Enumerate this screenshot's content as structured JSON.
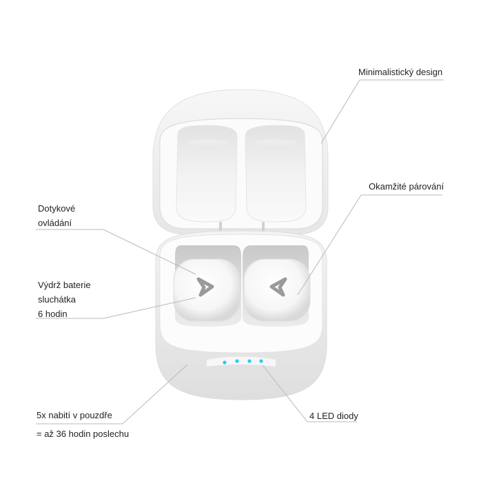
{
  "product": {
    "name": "Wireless earbuds with charging case",
    "led_color": "#1fd0f0",
    "led_count": 4
  },
  "callouts": [
    {
      "id": "design",
      "side": "right",
      "lines": [
        "Minimalistický design"
      ]
    },
    {
      "id": "pairing",
      "side": "right",
      "lines": [
        "Okamžité párování"
      ]
    },
    {
      "id": "touch",
      "side": "left",
      "lines": [
        "Dotykové",
        "ovládání"
      ]
    },
    {
      "id": "battery",
      "side": "left",
      "lines": [
        "Výdrž baterie",
        "sluchátka",
        "6 hodin"
      ]
    },
    {
      "id": "charges",
      "side": "left",
      "lines": [
        "5x nabití v pouzdře"
      ]
    },
    {
      "id": "charges_note",
      "side": "left",
      "lines": [
        "= až 36 hodin poslechu"
      ]
    },
    {
      "id": "leds",
      "side": "right",
      "lines": [
        "4 LED diody"
      ]
    }
  ],
  "colors": {
    "leader_line": "#b8b8b8",
    "text": "#1f1f1f"
  }
}
